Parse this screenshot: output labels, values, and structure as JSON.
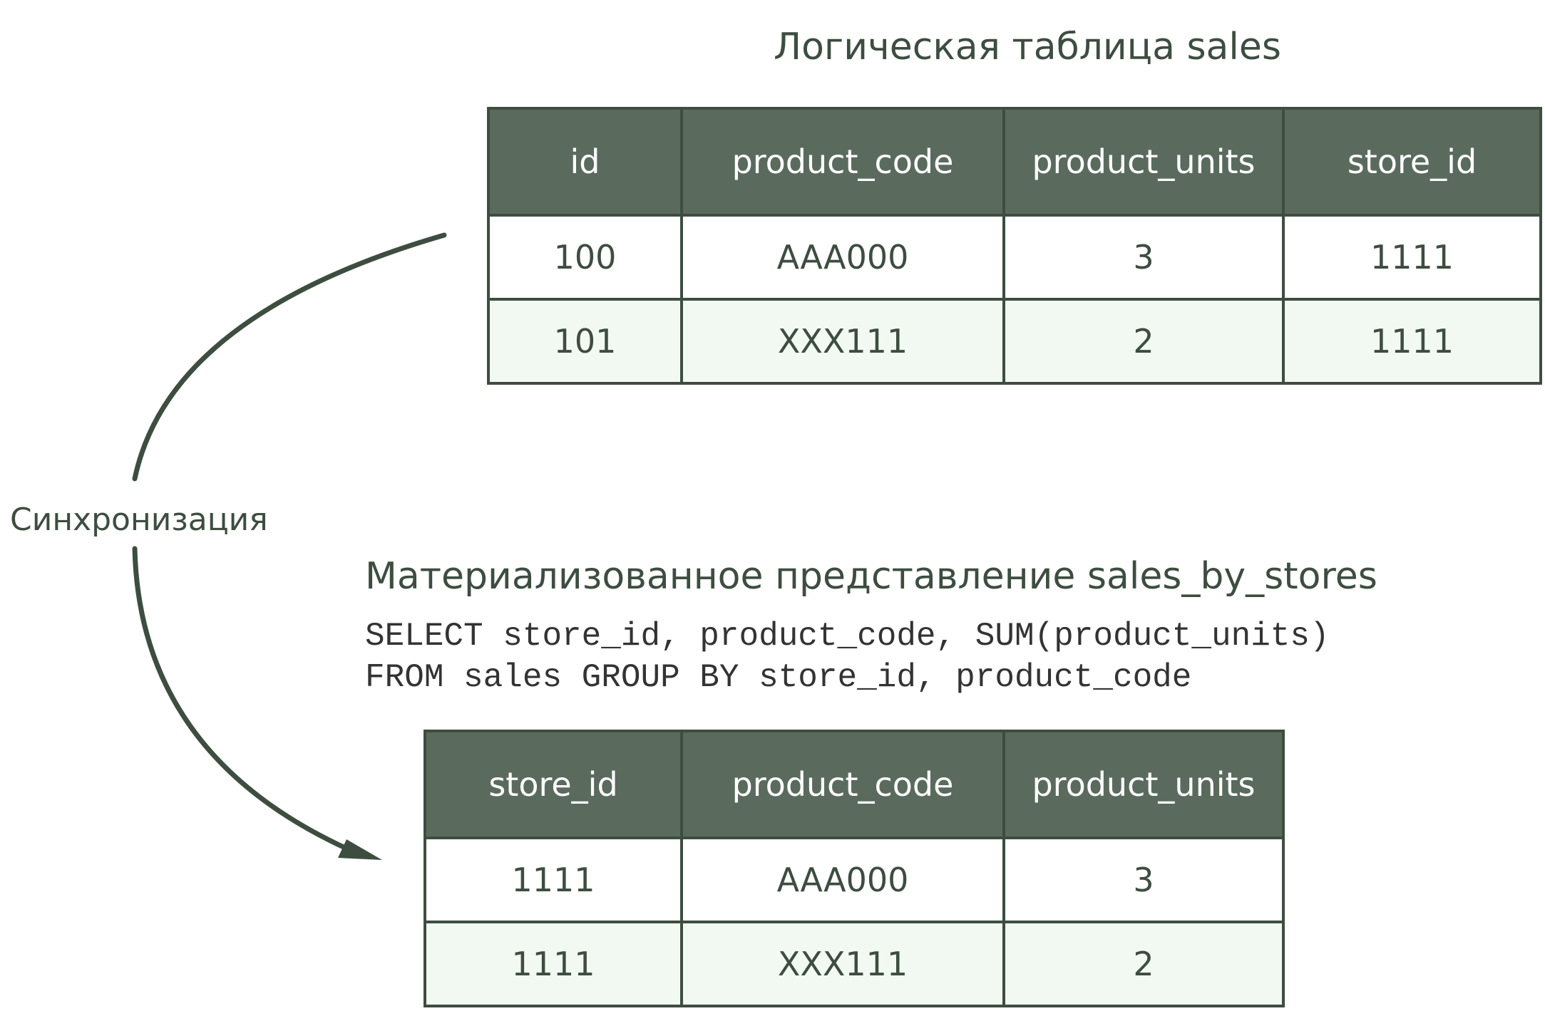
{
  "sales_table": {
    "title": "Логическая таблица sales",
    "headers": [
      "id",
      "product_code",
      "product_units",
      "store_id"
    ],
    "rows": [
      [
        "100",
        "AAA000",
        "3",
        "1111"
      ],
      [
        "101",
        "XXX111",
        "2",
        "1111"
      ]
    ]
  },
  "sync": {
    "label": "Синхронизация"
  },
  "materialized_view": {
    "title": "Материализованное представление sales_by_stores",
    "query_line_1": "SELECT store_id, product_code, SUM(product_units)",
    "query_line_2": "FROM sales GROUP BY store_id, product_code",
    "headers": [
      "store_id",
      "product_code",
      "product_units"
    ],
    "rows": [
      [
        "1111",
        "AAA000",
        "3"
      ],
      [
        "1111",
        "XXX111",
        "2"
      ]
    ]
  },
  "colors": {
    "header_fill": "#5a6b5e",
    "border": "#3d4d40",
    "alt_row": "#f2f8f2",
    "text": "#3d4d40"
  }
}
